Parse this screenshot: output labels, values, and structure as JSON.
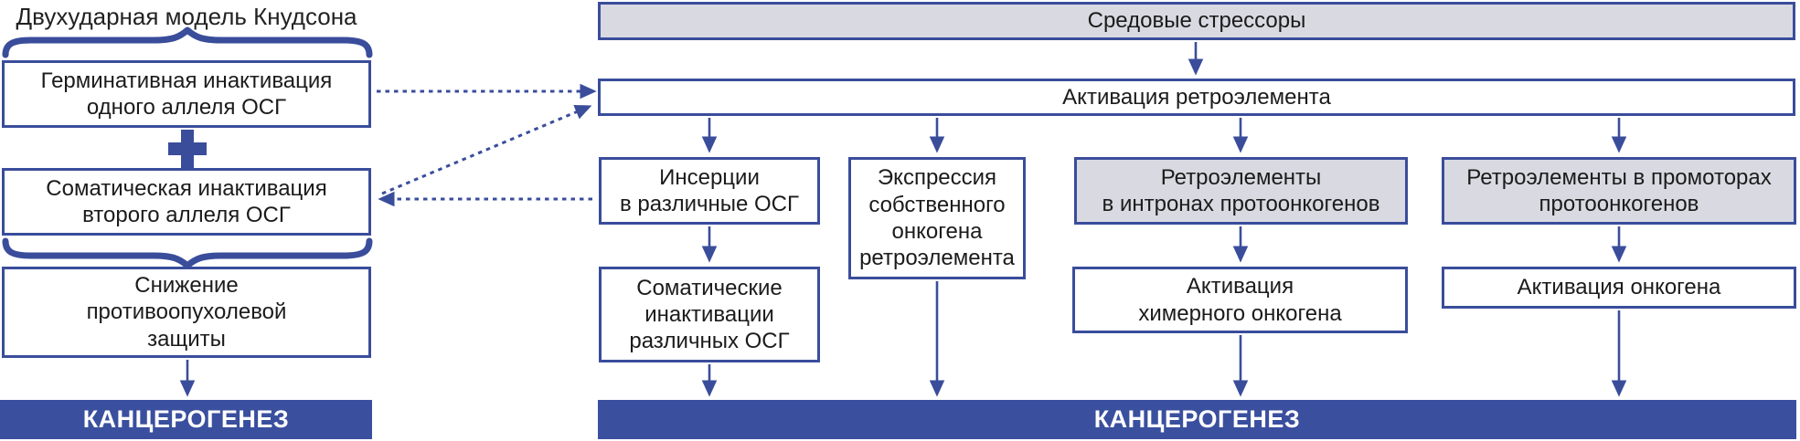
{
  "colors": {
    "accent": "#3a4d9b",
    "gray_fill": "#d9d9e2",
    "bar_fill": "#3a4f9e",
    "text": "#1b1b1b",
    "bar_text": "#ffffff"
  },
  "left_panel": {
    "title": "Двухударная модель Кнудсона",
    "germline_box": "Герминативная инактивация\nодного аллеля ОСГ",
    "plus_symbol": "+",
    "somatic_box": "Соматическая инактивация\nвторого аллеля ОСГ",
    "defense_box": "Снижение\nпротивоопухолевой\nзащиты",
    "carcinogenesis_bar": "КАНЦЕРОГЕНЕЗ"
  },
  "right_panel": {
    "stressors_bar": "Средовые стрессоры",
    "activation_box": "Активация ретроэлемента",
    "branches": [
      {
        "top": "Инсерции\nв различные ОСГ",
        "bottom": "Соматические\nинактивации\nразличных ОСГ"
      },
      {
        "top": "Экспрессия\nсобственного\nонкогена\nретроэлемента",
        "bottom": ""
      },
      {
        "top": "Ретроэлементы\nв интронах протоонкогенов",
        "bottom": "Активация\nхимерного онкогена"
      },
      {
        "top": "Ретроэлементы в промоторах\nпротоонкогенов",
        "bottom": "Активация онкогена"
      }
    ],
    "carcinogenesis_bar": "КАНЦЕРОГЕНЕЗ"
  }
}
